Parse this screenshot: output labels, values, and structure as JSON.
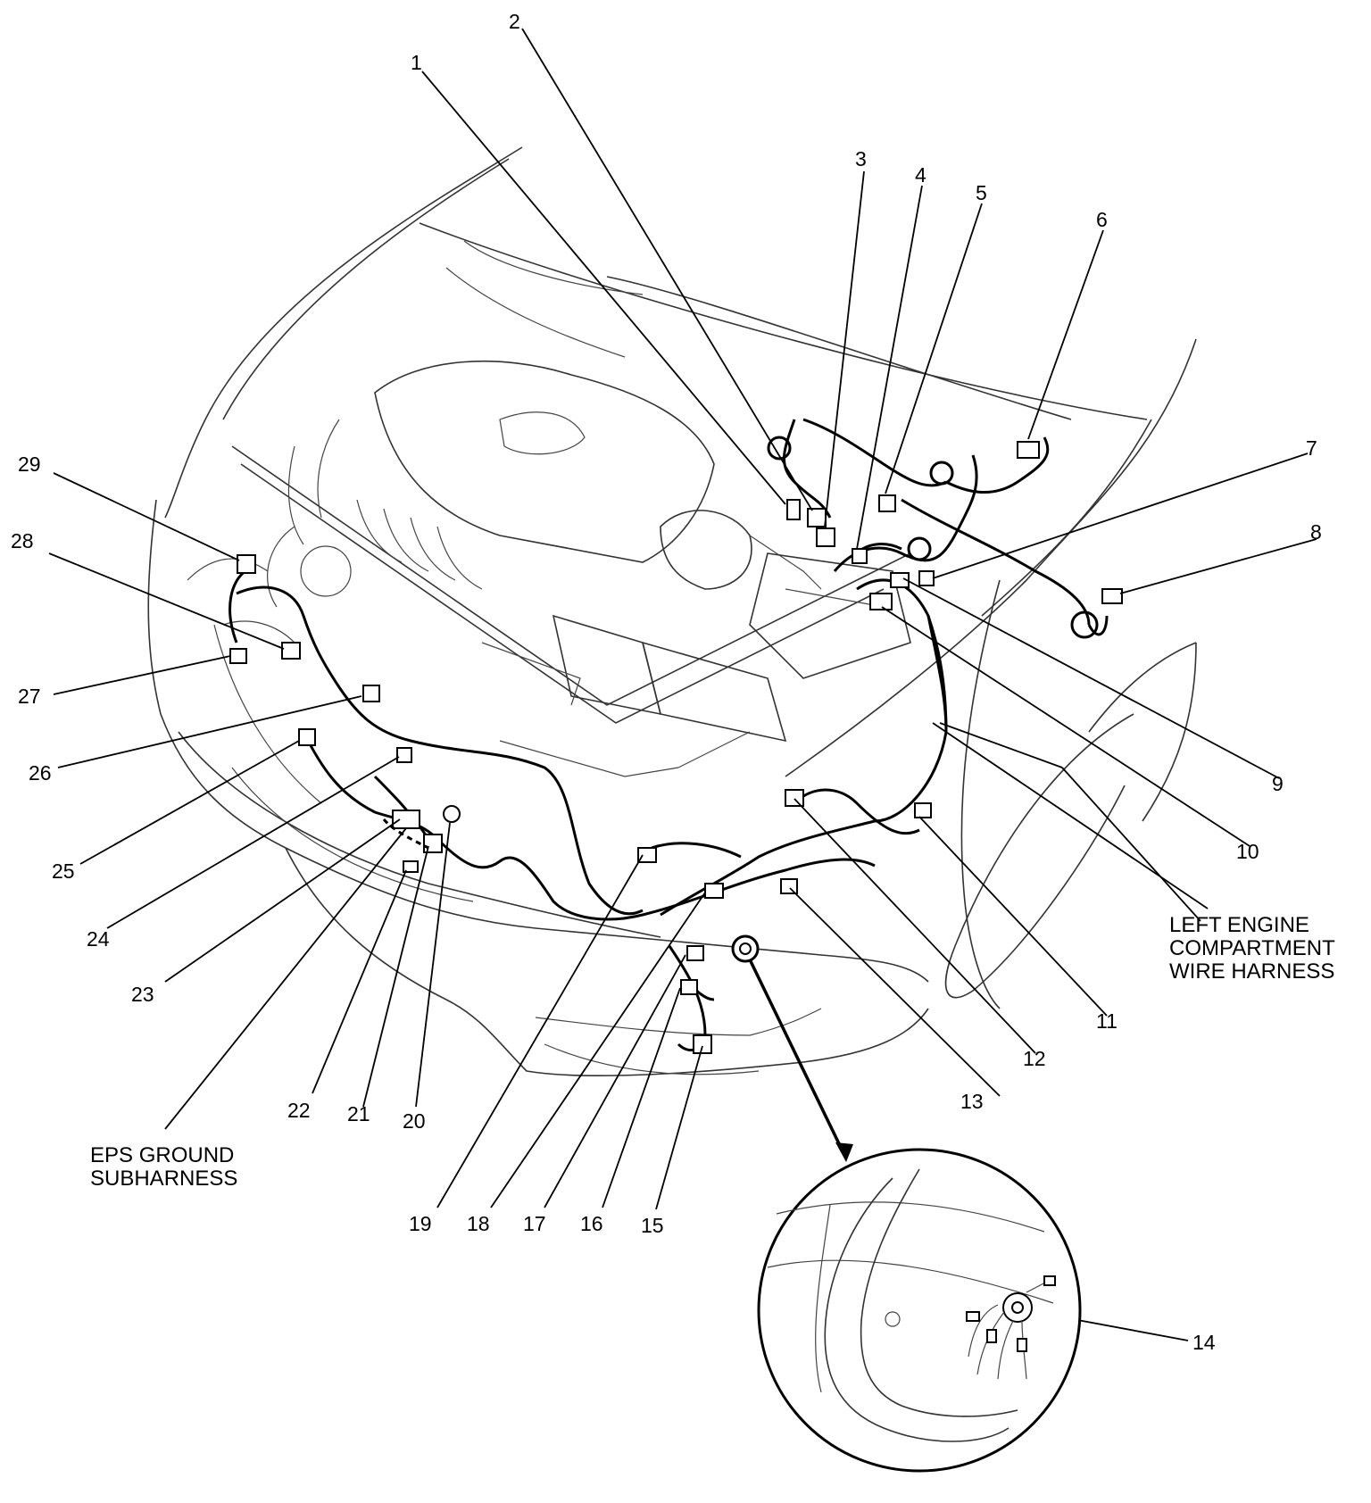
{
  "diagram": {
    "callouts": {
      "c1": "1",
      "c2": "2",
      "c3": "3",
      "c4": "4",
      "c5": "5",
      "c6": "6",
      "c7": "7",
      "c8": "8",
      "c9": "9",
      "c10": "10",
      "c11": "11",
      "c12": "12",
      "c13": "13",
      "c14": "14",
      "c15": "15",
      "c16": "16",
      "c17": "17",
      "c18": "18",
      "c19": "19",
      "c20": "20",
      "c21": "21",
      "c22": "22",
      "c23": "23",
      "c24": "24",
      "c25": "25",
      "c26": "26",
      "c27": "27",
      "c28": "28",
      "c29": "29"
    },
    "labels": {
      "left_engine_harness": [
        "LEFT ENGINE",
        "COMPARTMENT",
        "WIRE HARNESS"
      ],
      "eps_ground": [
        "EPS GROUND",
        "SUBHARNESS"
      ]
    }
  }
}
